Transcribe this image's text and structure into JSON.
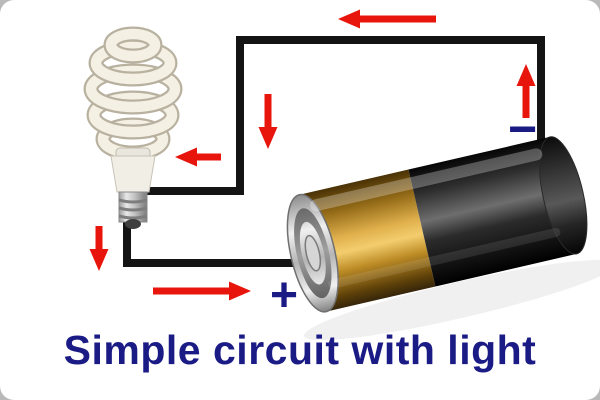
{
  "caption": "Simple circuit with light",
  "labels": {
    "plus": "+",
    "minus": "−"
  },
  "colors": {
    "background": "#ffffff",
    "wire": "#141414",
    "arrow_red": "#e8150d",
    "label_navy": "#1b1b86",
    "battery_gold": "#d8a33c",
    "battery_black": "#111111",
    "bulb_tube": "#f4f0e4",
    "bulb_outline": "#b9b1a0",
    "metal_gray": "#bdbdbd"
  },
  "icons": [
    {
      "name": "cfl-light-bulb-icon",
      "meaning": "compact fluorescent light bulb"
    },
    {
      "name": "battery-icon",
      "meaning": "cylindrical battery cell"
    },
    {
      "name": "current-arrow-icon",
      "meaning": "direction of current flow around the circuit"
    }
  ]
}
